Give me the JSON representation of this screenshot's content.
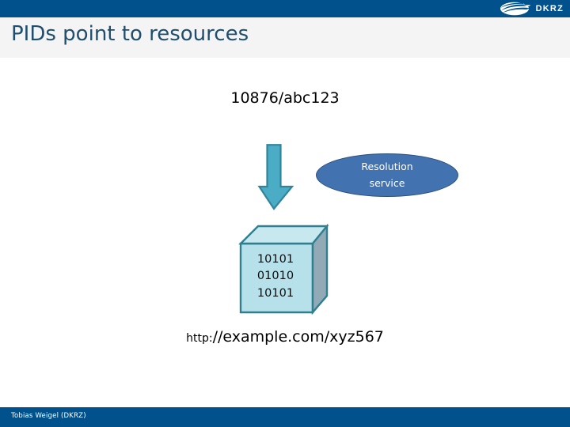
{
  "slide": {
    "title": "PIDs point to resources",
    "brand": {
      "name": "DKRZ",
      "logo_icon": "dkrz-globe-logo",
      "bar_color": "#01528c",
      "title_color": "#1f4e6e",
      "title_band_color": "#f4f4f4"
    },
    "footer": {
      "author": "Tobias Weigel (DKRZ)",
      "bar_color": "#01528c",
      "text_color": "#ffffff"
    }
  },
  "diagram": {
    "pid_label": "10876/abc123",
    "arrow": {
      "icon": "down-arrow-icon",
      "direction": "down",
      "fill": "#4aacc5",
      "stroke": "#31859b"
    },
    "service_node": {
      "line1": "Resolution",
      "line2": "service",
      "shape": "ellipse",
      "fill": "#4372b0",
      "stroke": "#2b4f7d",
      "text_color": "#ffffff"
    },
    "resource_node": {
      "shape": "cube",
      "icon": "data-cube-icon",
      "front_fill": "#b7e1ea",
      "top_fill": "#c9e9f0",
      "side_fill": "#8fa8b4",
      "stroke": "#2e7f8f",
      "lines": [
        "10101",
        "01010",
        "10101"
      ]
    },
    "url": {
      "scheme": "http:",
      "rest": "//example.com/xyz567",
      "full": "http://example.com/xyz567"
    }
  }
}
